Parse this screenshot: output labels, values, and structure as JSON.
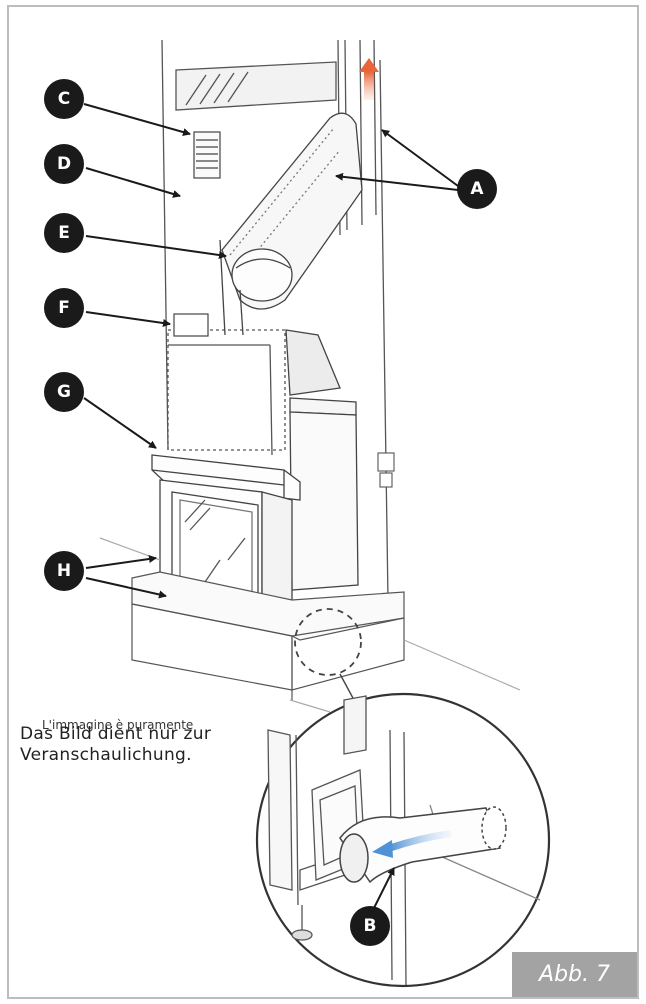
{
  "callouts": [
    "A",
    "B",
    "C",
    "D",
    "E",
    "F",
    "G",
    "H"
  ],
  "note": {
    "overlay_text": "L'immagine è puramente",
    "line1": "Das Bild dient nur zur",
    "line2": "Veranschaulichung."
  },
  "figure_label": "Abb. 7",
  "colors": {
    "callout_fill": "#1a1a1a",
    "label_bg": "#a3a3a3",
    "up_arrow": "#e8663a",
    "airflow_arrow": "#4f92d6",
    "line": "#444444"
  }
}
